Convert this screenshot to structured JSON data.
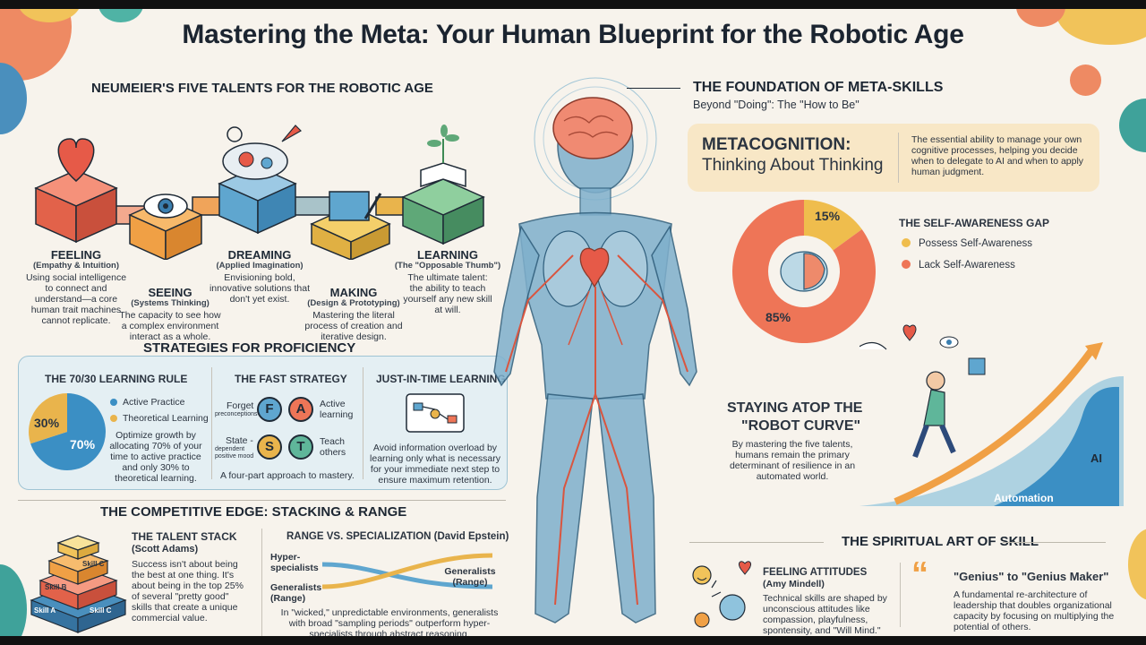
{
  "title": "Mastering the Meta: Your Human Blueprint for the Robotic Age",
  "talents": {
    "heading": "NEUMEIER'S FIVE TALENTS FOR THE ROBOTIC AGE",
    "feeling": {
      "name": "FEELING",
      "sub": "(Empathy & Intuition)",
      "desc": "Using social intelligence to connect and understand—a core human trait machines cannot replicate."
    },
    "seeing": {
      "name": "SEEING",
      "sub": "(Systems Thinking)",
      "desc": "The capacity to see how a complex environment interact as a whole."
    },
    "dreaming": {
      "name": "DREAMING",
      "sub": "(Applied Imagination)",
      "desc": "Envisioning bold, innovative solutions that don't yet exist."
    },
    "making": {
      "name": "MAKING",
      "sub": "(Design & Prototyping)",
      "desc": "Mastering the literal process of creation and iterative design."
    },
    "learning": {
      "name": "LEARNING",
      "sub": "(The \"Opposable Thumb\")",
      "desc": "The ultimate talent: the ability to teach yourself any new skill at will."
    }
  },
  "strategies": {
    "heading": "STRATEGIES FOR PROFICIENCY",
    "rule": {
      "heading": "THE 70/30 LEARNING RULE",
      "legend_active": "Active Practice",
      "legend_theory": "Theoretical Learning",
      "pct_theory": "30%",
      "pct_active": "70%",
      "desc": "Optimize growth by allocating 70% of your time to active practice and only 30% to theoretical learning."
    },
    "fast": {
      "heading": "THE FAST STRATEGY",
      "forget": "Forget",
      "forget_sub": "preconceptions",
      "active": "Active",
      "active2": "learning",
      "state": "State -",
      "state_sub": "dependent positive mood",
      "teach": "Teach",
      "teach2": "others",
      "f": "F",
      "a": "A",
      "s": "S",
      "t": "T",
      "desc": "A four-part approach to mastery."
    },
    "jit": {
      "heading": "JUST-IN-TIME LEARNING",
      "desc": "Avoid information overload by learning only what is necessary for your immediate next step to ensure maximum retention."
    }
  },
  "edge": {
    "heading": "THE COMPETITIVE EDGE: STACKING & RANGE",
    "stack": {
      "heading": "THE TALENT STACK",
      "author": "(Scott Adams)",
      "desc": "Success isn't about being the best at one thing. It's about being in the top 25% of several \"pretty good\" skills that create a unique commercial value.",
      "skill_a": "Skill A",
      "skill_b": "Skill B",
      "skill_c": "Skill C"
    },
    "range": {
      "heading": "RANGE VS. SPECIALIZATION (David Epstein)",
      "hyper": "Hyper-specialists",
      "generalists": "Generalists (Range)",
      "generalists_right": "Generalists (Range)",
      "desc": "In \"wicked,\" unpredictable environments, generalists with broad \"sampling periods\" outperform hyper-specialists through abstract reasoning."
    }
  },
  "foundation": {
    "heading": "THE FOUNDATION OF META-SKILLS",
    "sub": "Beyond \"Doing\": The \"How to Be\"",
    "meta_title": "METACOGNITION:",
    "meta_sub": "Thinking About Thinking",
    "meta_desc": "The essential ability to manage your own cognitive processes, helping you decide when to delegate to AI and when to apply human judgment."
  },
  "gap": {
    "heading": "THE SELF-AWARENESS GAP",
    "legend_possess": "Possess Self-Awareness",
    "legend_lack": "Lack Self-Awareness",
    "label_possess": "15%",
    "label_lack": "85%"
  },
  "curve": {
    "heading1": "STAYING ATOP THE",
    "heading2": "\"ROBOT CURVE\"",
    "desc": "By mastering the five talents, humans remain the primary determinant of resilience in an automated world.",
    "ai": "AI",
    "automation": "Automation"
  },
  "spiritual": {
    "heading": "THE SPIRITUAL ART OF SKILL",
    "feeling_title": "FEELING ATTITUDES",
    "feeling_author": "(Amy Mindell)",
    "feeling_desc": "Technical skills are shaped by unconscious attitudes like compassion, playfulness, spontensity, and \"Will Mind.\"",
    "genius_title": "\"Genius\" to \"Genius Maker\"",
    "genius_desc": "A fundamental re-architecture of leadership that doubles organizational capacity by focusing on multiplying the potential of others."
  },
  "chart_data": [
    {
      "type": "pie",
      "title": "THE 70/30 LEARNING RULE",
      "categories": [
        "Active Practice",
        "Theoretical Learning"
      ],
      "values": [
        70,
        30
      ],
      "colors": [
        "#3b8fc4",
        "#e9b44c"
      ]
    },
    {
      "type": "pie",
      "title": "THE SELF-AWARENESS GAP",
      "categories": [
        "Possess Self-Awareness",
        "Lack Self-Awareness"
      ],
      "values": [
        15,
        85
      ],
      "colors": [
        "#efbd4d",
        "#ee7557"
      ]
    }
  ],
  "colors": {
    "red": "#ee7557",
    "orange": "#f0a45a",
    "blue": "#5fa6cf",
    "yellow": "#e9b44c",
    "green": "#5fa878",
    "navy": "#1f2a36"
  }
}
